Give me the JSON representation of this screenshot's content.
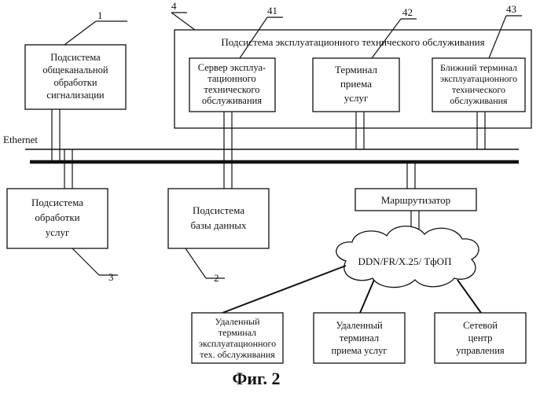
{
  "network": {
    "ethernet_label": "Ethernet"
  },
  "callouts": {
    "c1": "1",
    "c2": "2",
    "c3": "3",
    "c4": "4",
    "c41": "41",
    "c42": "42",
    "c43": "43"
  },
  "boxes": {
    "signaling": [
      "Подсистема",
      "общеканальной",
      "обработки",
      "сигнализации"
    ],
    "om_subsystem_title": "Подсистема эксплуатационного технического обслуживания",
    "om_server": [
      "Сервер эксплуа-",
      "тационного",
      "технического",
      "обслуживания"
    ],
    "service_terminal": [
      "Терминал",
      "приема",
      "услуг"
    ],
    "near_terminal": [
      "Ближний терминал",
      "эксплуатационного",
      "технического",
      "обслуживания"
    ],
    "service_processing": [
      "Подсистема",
      "обработки",
      "услуг"
    ],
    "database": [
      "Подсистема",
      "базы данных"
    ],
    "router": "Маршрутизатор",
    "cloud": "DDN/FR/X.25/ ТфОП",
    "remote_om_terminal": [
      "Удаленный",
      "терминал",
      "эксплуатационного",
      "тех. обслуживания"
    ],
    "remote_service_terminal": [
      "Удаленный",
      "терминал",
      "приема услуг"
    ],
    "ncc": [
      "Сетевой",
      "центр",
      "управления"
    ]
  },
  "figure_caption": "Фиг. 2"
}
